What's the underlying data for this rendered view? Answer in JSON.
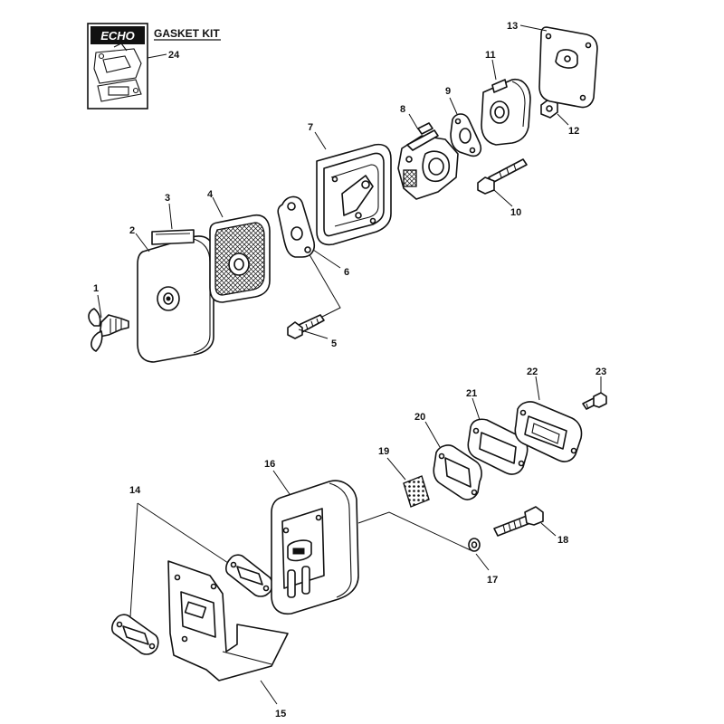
{
  "kit": {
    "brand": "ECHO",
    "title": "GASKET KIT",
    "ref": "24"
  },
  "callouts": {
    "c1": "1",
    "c2": "2",
    "c3": "3",
    "c4": "4",
    "c5": "5",
    "c6": "6",
    "c7": "7",
    "c8": "8",
    "c9": "9",
    "c10": "10",
    "c11": "11",
    "c12": "12",
    "c13": "13",
    "c14": "14",
    "c15": "15",
    "c16": "16",
    "c17": "17",
    "c18": "18",
    "c19": "19",
    "c20": "20",
    "c21": "21",
    "c22": "22",
    "c23": "23"
  },
  "parts": [
    {
      "ref": "1",
      "name": "wing-nut"
    },
    {
      "ref": "2",
      "name": "air-cleaner-cover"
    },
    {
      "ref": "3",
      "name": "filter-pad"
    },
    {
      "ref": "4",
      "name": "air-filter-element"
    },
    {
      "ref": "5",
      "name": "bolt"
    },
    {
      "ref": "6",
      "name": "bracket"
    },
    {
      "ref": "7",
      "name": "air-cleaner-case"
    },
    {
      "ref": "8",
      "name": "carburetor"
    },
    {
      "ref": "9",
      "name": "carburetor-gasket"
    },
    {
      "ref": "10",
      "name": "screw"
    },
    {
      "ref": "11",
      "name": "insulator"
    },
    {
      "ref": "12",
      "name": "nut"
    },
    {
      "ref": "13",
      "name": "insulator-gasket"
    },
    {
      "ref": "14",
      "name": "muffler-gaskets"
    },
    {
      "ref": "15",
      "name": "muffler-plate"
    },
    {
      "ref": "16",
      "name": "muffler"
    },
    {
      "ref": "17",
      "name": "washer"
    },
    {
      "ref": "18",
      "name": "muffler-bolt"
    },
    {
      "ref": "19",
      "name": "spark-arrestor-screen"
    },
    {
      "ref": "20",
      "name": "exhaust-gasket"
    },
    {
      "ref": "21",
      "name": "exhaust-plate"
    },
    {
      "ref": "22",
      "name": "exhaust-cover"
    },
    {
      "ref": "23",
      "name": "cover-screw"
    }
  ]
}
